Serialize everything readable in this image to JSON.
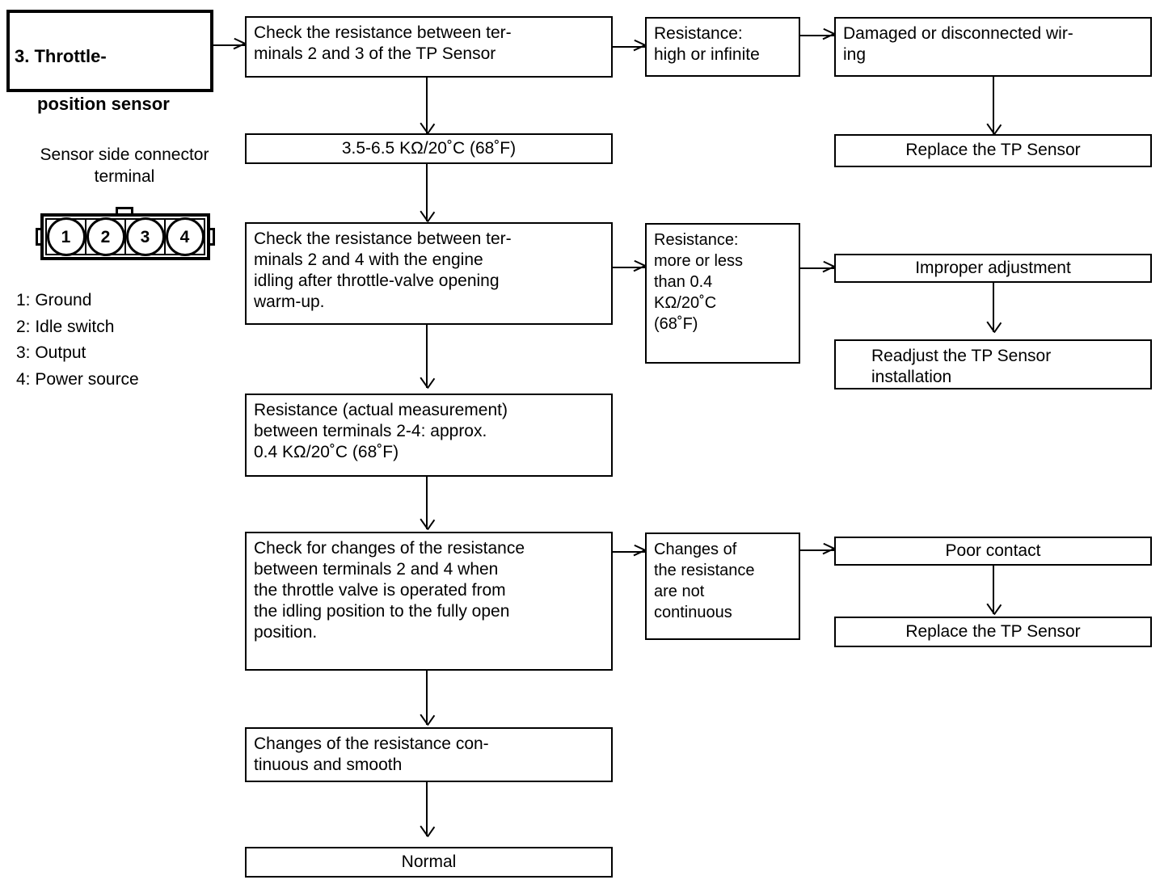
{
  "title_box": {
    "line1": "3. Throttle-",
    "line2": "position sensor"
  },
  "connector_caption": "Sensor side connector\nterminal",
  "connector": {
    "pins": [
      "1",
      "2",
      "3",
      "4"
    ]
  },
  "legend": [
    "1: Ground",
    "2: Idle switch",
    "3: Output",
    "4: Power source"
  ],
  "flow": {
    "check_2_3": "Check the resistance between ter-\nminals 2 and 3 of the TP Sensor",
    "spec_2_3": "3.5-6.5 KΩ/20˚C (68˚F)",
    "resistance_high": "Resistance:\nhigh or infinite",
    "damaged_wiring": "Damaged or disconnected wir-\ning",
    "replace_sensor_1": "Replace the TP Sensor",
    "check_2_4": "Check the resistance between ter-\nminals 2 and 4 with the engine\nidling after throttle-valve opening\nwarm-up.",
    "resistance_more_less": "Resistance:\nmore or less\nthan 0.4\nKΩ/20˚C\n(68˚F)",
    "improper_adjustment": "Improper adjustment",
    "readjust_installation": "Readjust the TP Sensor\ninstallation",
    "actual_measurement": "Resistance (actual measurement)\nbetween terminals 2-4: approx.\n0.4 KΩ/20˚C (68˚F)",
    "check_changes": "Check for changes of the resistance\nbetween terminals 2 and 4 when\nthe throttle valve is operated from\nthe idling position to the fully open\nposition.",
    "changes_not_continuous": "Changes of\nthe resistance\nare not\ncontinuous",
    "poor_contact": "Poor contact",
    "replace_sensor_2": "Replace the TP Sensor",
    "changes_continuous": "Changes of the resistance con-\ntinuous and smooth",
    "normal": "Normal"
  },
  "colors": {
    "ink": "#000000",
    "paper": "#ffffff"
  }
}
